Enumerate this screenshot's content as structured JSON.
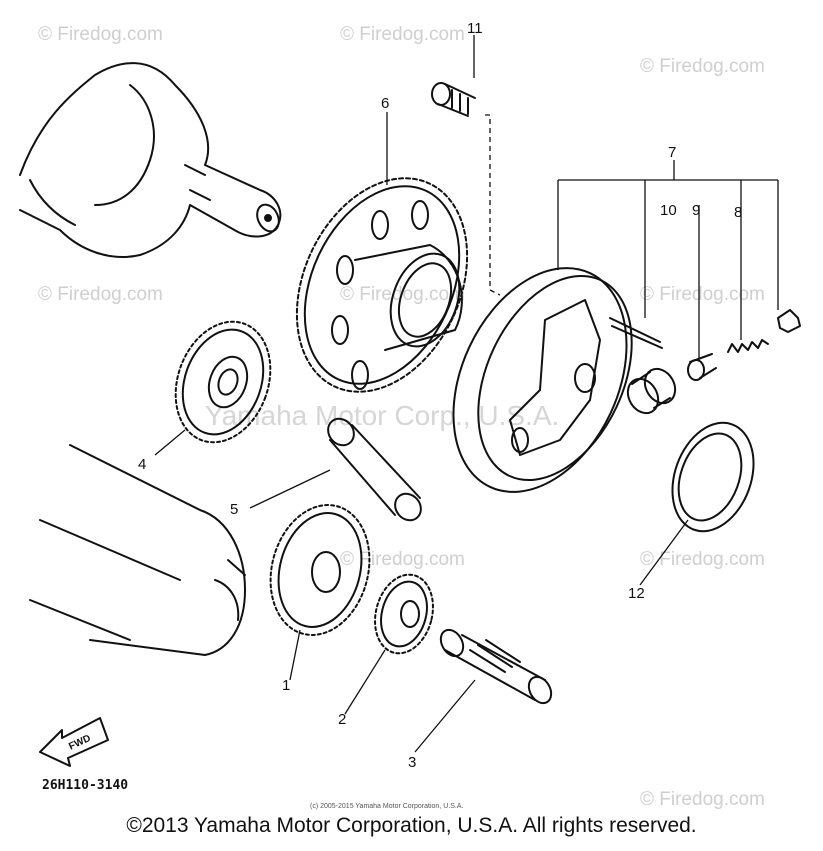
{
  "callouts": [
    "1",
    "2",
    "3",
    "4",
    "5",
    "6",
    "7",
    "8",
    "9",
    "10",
    "11",
    "12"
  ],
  "watermarks": {
    "firedog": "© Firedog.com",
    "center": "Yamaha Motor Corp., U.S.A."
  },
  "part_code": "26H110-3140",
  "fwd_label": "FWD",
  "small_copyright": "(c) 2005-2015 Yamaha Motor Corporation, U.S.A.",
  "copyright": "©2013 Yamaha Motor Corporation, U.S.A. All rights reserved."
}
